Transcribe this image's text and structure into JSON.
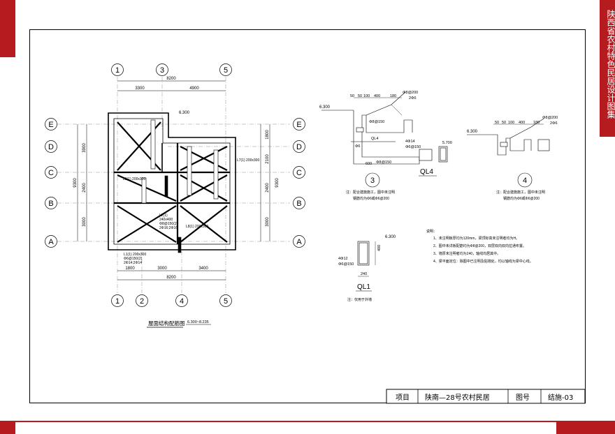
{
  "side_title": "陕西省农村特色民居设计图集",
  "title_block": {
    "project_label": "项目",
    "project_name": "陕南—28号农村民居",
    "drawing_no_label": "图号",
    "drawing_no": "结施-03"
  },
  "plan": {
    "axes_top": [
      "1",
      "3",
      "5"
    ],
    "axes_bottom": [
      "1",
      "2",
      "4",
      "5"
    ],
    "axes_left": [
      "E",
      "D",
      "C",
      "B",
      "A"
    ],
    "axes_right": [
      "E",
      "D",
      "C",
      "B",
      "A"
    ],
    "dims_top": [
      "8200",
      "3300",
      "4900"
    ],
    "dims_bottom": [
      "1800",
      "3000",
      "3400",
      "8200"
    ],
    "dims_left": [
      "3900",
      "2400",
      "3000",
      "9300"
    ],
    "dims_right": [
      "1800",
      "2100",
      "2400",
      "3000",
      "9300"
    ],
    "elevation": "6.300",
    "beam_notes": [
      "L1(1) 200x300",
      "Φ6@150(2)",
      "2Φ14;2Φ14",
      "L2(1)",
      "240x400",
      "Φ8@150(2)",
      "2Φ16;2Φ16",
      "L3(1) 200x300",
      "L7(1) 200x300",
      "L8(1) 200x300"
    ],
    "title": "屋面结构配筋图",
    "title_elev": "6.300~8.235"
  },
  "detail3": {
    "number": "3",
    "elev1": "6.300",
    "elev2": "5.700",
    "dims": [
      "50",
      "50",
      "100",
      "400",
      "180",
      "600"
    ],
    "rebar": [
      "Φ8@200",
      "2Φ6",
      "Φ8@150",
      "4Φ14",
      "Φ6@150",
      "Φ8@150",
      "Φ6"
    ],
    "beam_label": "QL4",
    "note_line1": "注：配合建施施工，图中未注明",
    "note_line2": "钢筋均为Φ6或Φ6@200"
  },
  "ql4": {
    "label": "QL4"
  },
  "detail4": {
    "number": "4",
    "elev": "6.300",
    "dims": [
      "50",
      "50",
      "100",
      "400",
      "180"
    ],
    "rebar": [
      "Φ8@200",
      "2Φ6"
    ],
    "note_line1": "注：配合建施施工，图中未注明",
    "note_line2": "钢筋均为Φ6或Φ6@200"
  },
  "ql1": {
    "label": "QL1",
    "elev": "6.300",
    "dim_h": "400",
    "dim_w": "240",
    "rebar1": "4Φ12",
    "rebar2": "Φ6@150",
    "note": "注：仅用于外墙"
  },
  "notes": {
    "heading": "说明：",
    "items": [
      "1、未注明板厚均为120mm，梁顶标高未注明者均为H。",
      "2、图中未详板配筋均为Φ8@200，双层双向双向拉通布置。",
      "3、墙厚未注明者均为240，轴线均居其中。",
      "4、梁平面定位：除图中已注明及贴墙处，均以轴线为梁中心线。"
    ]
  }
}
